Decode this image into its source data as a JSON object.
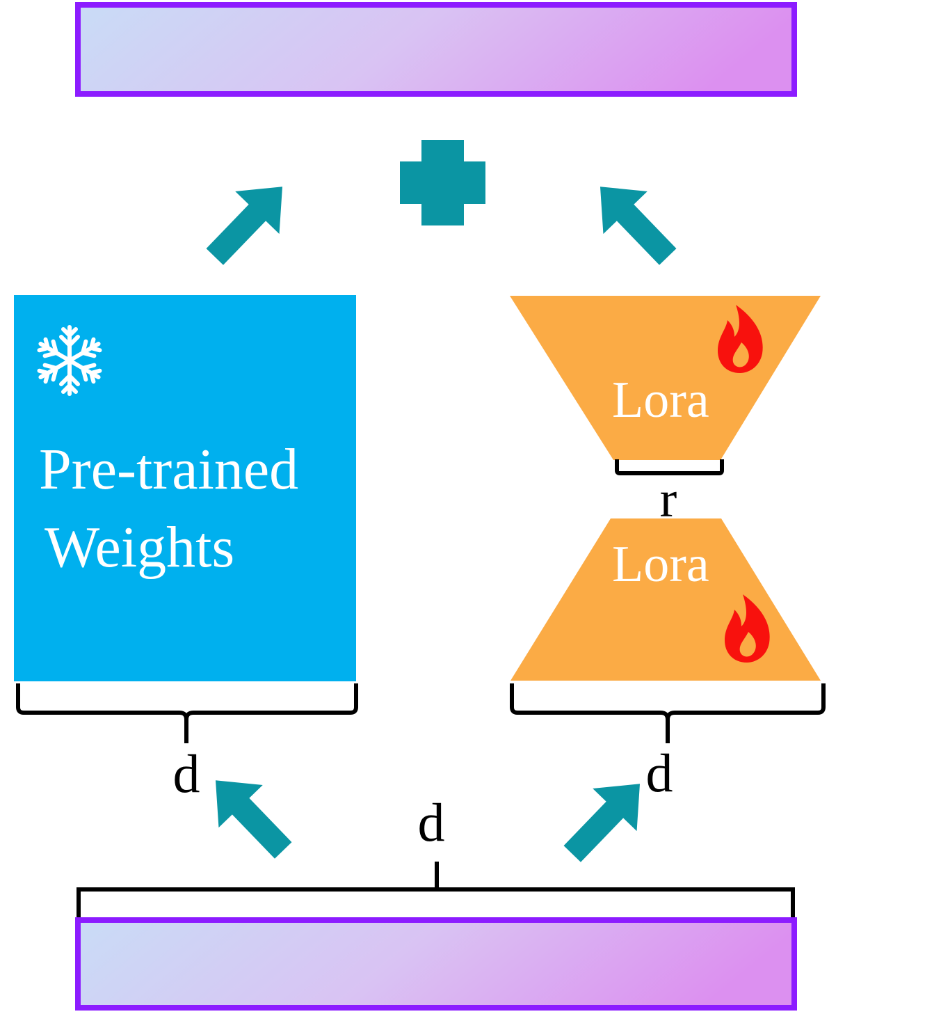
{
  "weights_block": {
    "line1": "Pre-trained",
    "line2": "Weights",
    "icon": "snowflake-icon",
    "color": "#00b0ee"
  },
  "lora_top": {
    "label": "Lora",
    "icon": "fire-icon"
  },
  "lora_bottom": {
    "label": "Lora",
    "icon": "fire-icon"
  },
  "dims": {
    "rank_label": "r",
    "weights_width_label": "d",
    "lora_width_label": "d",
    "input_width_label": "d"
  },
  "operator": {
    "icon": "plus-icon"
  },
  "colors": {
    "arrow": "#0b95a3",
    "lora": "#fbab45",
    "bar_border": "#8c1cff",
    "bar_gradient_start": "#c9dcf6",
    "bar_gradient_end": "#dc90f0",
    "flame": "#f8110d"
  }
}
